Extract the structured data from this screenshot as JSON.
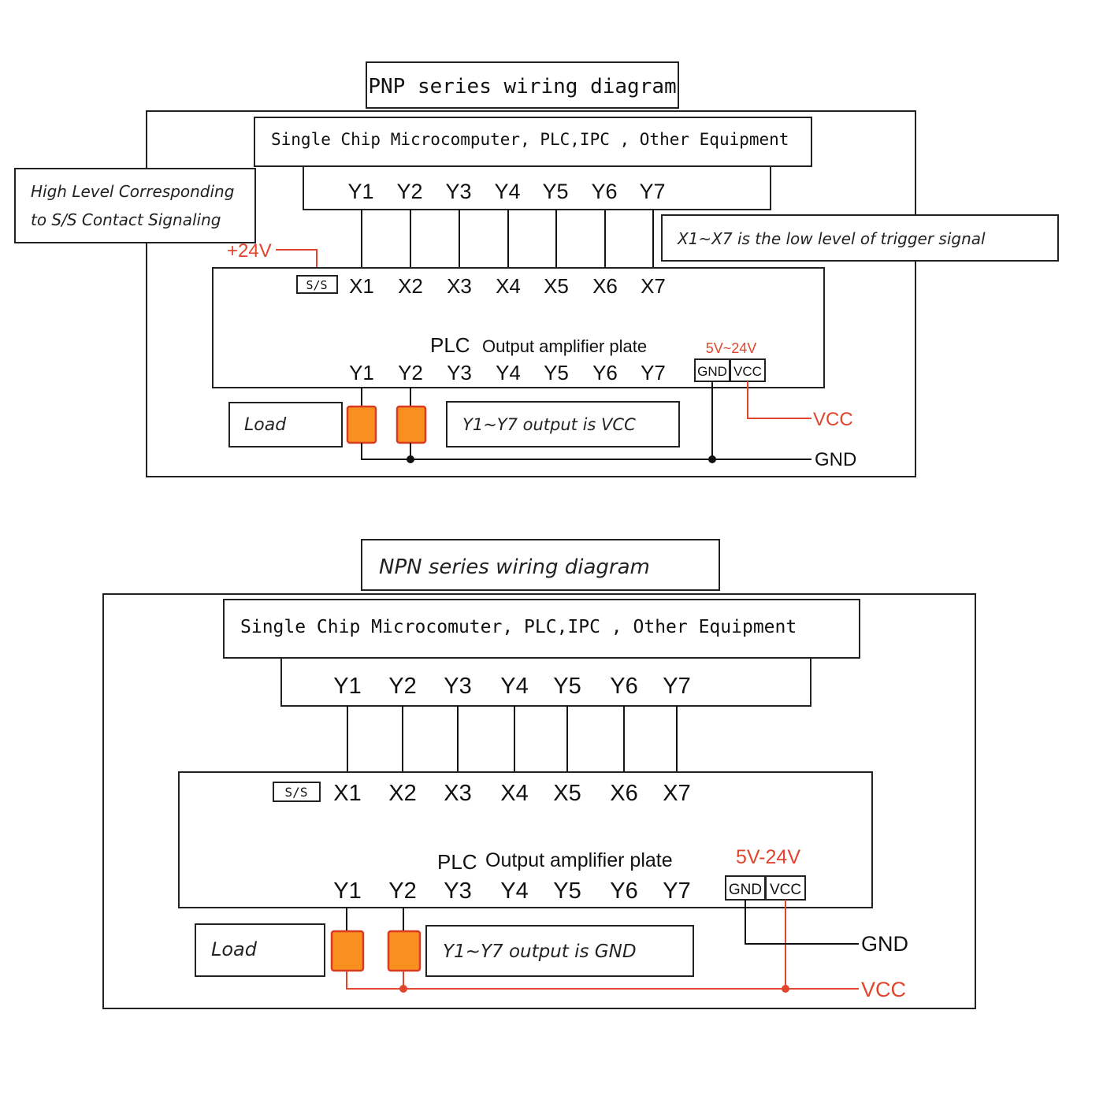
{
  "colors": {
    "accent_red": "#e0452e",
    "load_orange": "#f7901e",
    "line": "#111111"
  },
  "pnp": {
    "title": "PNP series wiring diagram",
    "equipment": "Single Chip Microcomputer, PLC,IPC , Other Equipment",
    "top_outputs": [
      "Y1",
      "Y2",
      "Y3",
      "Y4",
      "Y5",
      "Y6",
      "Y7"
    ],
    "inputs": [
      "X1",
      "X2",
      "X3",
      "X4",
      "X5",
      "X6",
      "X7"
    ],
    "ss_label": "S/S",
    "plus24": "+24V",
    "high_level_note_line1": "High Level Corresponding",
    "high_level_note_line2": "to S/S Contact Signaling",
    "trigger_note": "X1~X7 is the low level of trigger signal",
    "plc_label": "PLC",
    "plate_label": "Output amplifier plate",
    "plate_outputs": [
      "Y1",
      "Y2",
      "Y3",
      "Y4",
      "Y5",
      "Y6",
      "Y7"
    ],
    "voltage": "5V~24V",
    "gnd_terminal": "GND",
    "vcc_terminal": "VCC",
    "load_label": "Load",
    "output_note": "Y1~Y7 output is VCC",
    "vcc_line": "VCC",
    "gnd_line": "GND"
  },
  "npn": {
    "title": "NPN series wiring diagram",
    "equipment": "Single Chip Microcomuter, PLC,IPC , Other Equipment",
    "top_outputs": [
      "Y1",
      "Y2",
      "Y3",
      "Y4",
      "Y5",
      "Y6",
      "Y7"
    ],
    "inputs": [
      "X1",
      "X2",
      "X3",
      "X4",
      "X5",
      "X6",
      "X7"
    ],
    "ss_label": "S/S",
    "plc_label": "PLC",
    "plate_label": "Output amplifier plate",
    "plate_outputs": [
      "Y1",
      "Y2",
      "Y3",
      "Y4",
      "Y5",
      "Y6",
      "Y7"
    ],
    "voltage": "5V-24V",
    "gnd_terminal": "GND",
    "vcc_terminal": "VCC",
    "load_label": "Load",
    "output_note": "Y1~Y7 output is GND",
    "gnd_line": "GND",
    "vcc_line": "VCC"
  }
}
